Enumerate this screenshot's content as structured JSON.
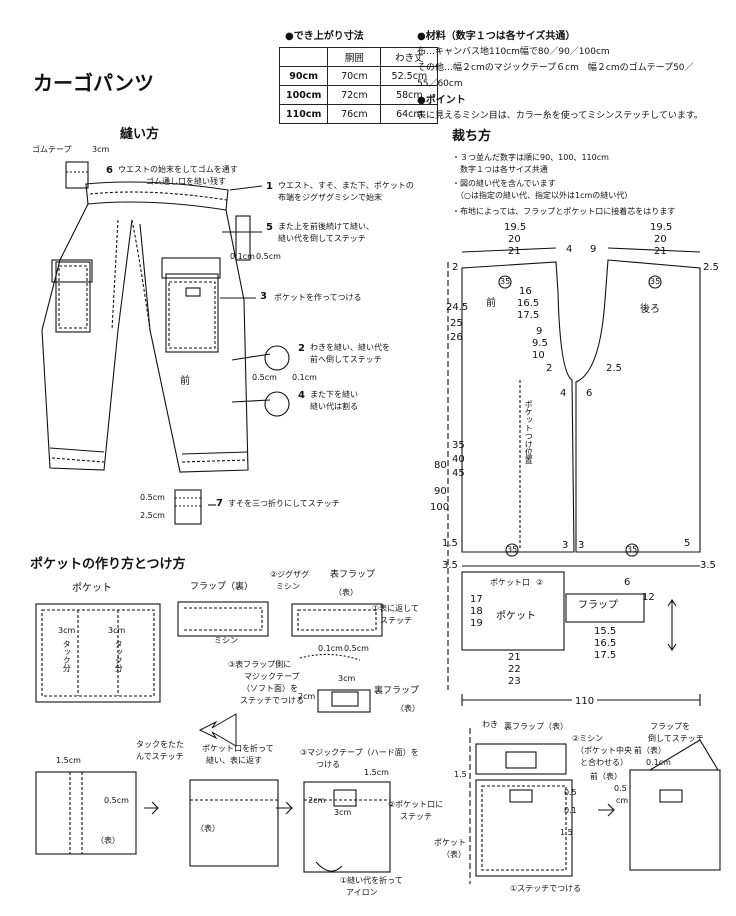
{
  "title": "カーゴパンツ",
  "size_table": {
    "heading": "●でき上がり寸法",
    "col_headers": [
      "",
      "胴囲",
      "わき丈"
    ],
    "rows": [
      {
        "size": "90cm",
        "waist": "70cm",
        "side": "52.5cm"
      },
      {
        "size": "100cm",
        "waist": "72cm",
        "side": "58cm"
      },
      {
        "size": "110cm",
        "waist": "76cm",
        "side": "64cm"
      }
    ]
  },
  "materials": {
    "heading": "●材料（数字１つは各サイズ共通）",
    "line1": "布…キャンバス地110cm幅で80／90／100cm",
    "line2": "その他…幅２cmのマジックテープ６cm　幅２cmのゴムテープ50／",
    "line3": "55／60cm"
  },
  "point": {
    "heading": "●ポイント",
    "text": "表に見えるミシン目は、カラー糸を使ってミシンステッチしています。"
  },
  "sewing": {
    "heading": "縫い方",
    "gom_label": "ゴムテープ",
    "gom_dim": "3cm",
    "steps": [
      {
        "num": "6",
        "l1": "ウエストの始末をしてゴムを通す",
        "l2": "ゴム通し口を縫い残す"
      },
      {
        "num": "1",
        "l1": "ウエスト、すそ、また下、ポケットの",
        "l2": "布端をジグザグミシンで始末"
      },
      {
        "num": "5",
        "l1": "また上を前後続けて縫い、",
        "l2": "縫い代を倒してステッチ"
      },
      {
        "num": "3",
        "l1": "ポケットを作ってつける",
        "l2": ""
      },
      {
        "num": "2",
        "l1": "わきを縫い、縫い代を",
        "l2": "前へ倒してステッチ"
      },
      {
        "num": "4",
        "l1": "また下を縫い",
        "l2": "縫い代は割る"
      },
      {
        "num": "7",
        "l1": "すそを三つ折りにしてステッチ",
        "l2": ""
      }
    ],
    "dim_01": "0.1cm",
    "dim_05": "0.5cm",
    "dim_05b": "0.5cm",
    "dim_01b": "0.1cm",
    "dim_05c": "0.5cm",
    "dim_25": "2.5cm",
    "front_label": "前"
  },
  "cutting": {
    "heading": "裁ち方",
    "notes": [
      "・３つ並んだ数字は順に90、100、110cm",
      "　数字１つは各サイズ共通",
      "・図の縫い代を含んでいます",
      "　（○は指定の縫い代、指定以外は1cmの縫い代）",
      "・布地によっては、フラップとポケット口に接着芯をはります"
    ],
    "w1": [
      "19.5",
      "20",
      "21"
    ],
    "w2": [
      "19.5",
      "20",
      "21"
    ],
    "mid4": "4",
    "mid9": "9",
    "v2": "2",
    "v25": "2.5",
    "circle35": "35",
    "front": "前",
    "back": "後ろ",
    "h1": [
      "24.5",
      "25",
      "26"
    ],
    "h2": [
      "16",
      "16.5",
      "17.5"
    ],
    "h3": [
      "9",
      "9.5",
      "10"
    ],
    "d2": "2",
    "d25": "2.5",
    "d4": "4",
    "d6": "6",
    "pocket_line": "ポケットつけ位置",
    "len": [
      "35",
      "40",
      "45"
    ],
    "total": [
      "80",
      "90",
      "100"
    ],
    "hem15": "1.5",
    "hem35": "3.5",
    "hem5": "5",
    "hem35b": "3.5",
    "circle_bottom": "35",
    "p3a": "3",
    "p3b": "3",
    "pocket_mouth": "ポケット口",
    "pocket_mouth_num": "②",
    "pocket": "ポケット",
    "flap": "フラップ",
    "pk_w": [
      "17",
      "18",
      "19"
    ],
    "pk_h": [
      "21",
      "22",
      "23"
    ],
    "fl_6": "6",
    "fl_12": "12",
    "fl_w": [
      "15.5",
      "16.5",
      "17.5"
    ],
    "width_110": "110"
  },
  "pocket_section": {
    "heading": "ポケットの作り方とつけ方",
    "pocket_label": "ポケット",
    "tuck1": "3cm",
    "tuck1b": "タック分",
    "tuck2": "3cm",
    "tuck2b": "タック分",
    "flap_back": "フラップ（裏）",
    "mishin": "ミシン",
    "step2": "②ジグザグ",
    "step2b": "ミシン",
    "flap_front": "表フラップ",
    "omote": "（表）",
    "step1": "①表に返して",
    "step1b": "ステッチ",
    "dim01": "0.1cm",
    "dim05": "0.5cm",
    "step3": "③表フラップ側に",
    "step3b": "マジックテープ",
    "step3c": "（ソフト面）を",
    "step3d": "ステッチでつける",
    "dim3cm": "3cm",
    "dim2cm": "2cm",
    "ura_flap": "裏フラップ",
    "omote2": "（表）",
    "tuck_fold": "タックをたた",
    "tuck_fold2": "んでステッチ",
    "d15": "1.5cm",
    "d05": "0.5cm",
    "omote3": "（表）",
    "mouth_fold": "ポケット口を折って",
    "mouth_fold2": "縫い、表に返す",
    "omote4": "（表）",
    "magic_hard": "③マジックテープ（ハード面）を",
    "magic_hard2": "つける",
    "d15b": "1.5cm",
    "d2cm": "2cm",
    "d3cm": "3cm",
    "mouth_stitch": "②ポケット口に",
    "mouth_stitch2": "ステッチ",
    "fold_iron": "①縫い代を折って",
    "fold_iron2": "アイロン",
    "waki": "わき",
    "ura_flap2": "裏フラップ（表）",
    "m2": "②ミシン",
    "m2b": "（ポケット中央",
    "m2c": "と合わせる）",
    "mae": "前（表）",
    "d15c": "1.5",
    "d05c": "0.5",
    "d01c": "0.1",
    "d15d": "1.5",
    "pocket_omote": "ポケット",
    "pocket_omote2": "（表）",
    "st1": "①ステッチでつける",
    "flap_down": "フラップを",
    "flap_down2": "倒してステッチ",
    "d01d": "0.1cm",
    "d05d": "0.5",
    "mae2": "前（表）",
    "cm": "cm"
  }
}
